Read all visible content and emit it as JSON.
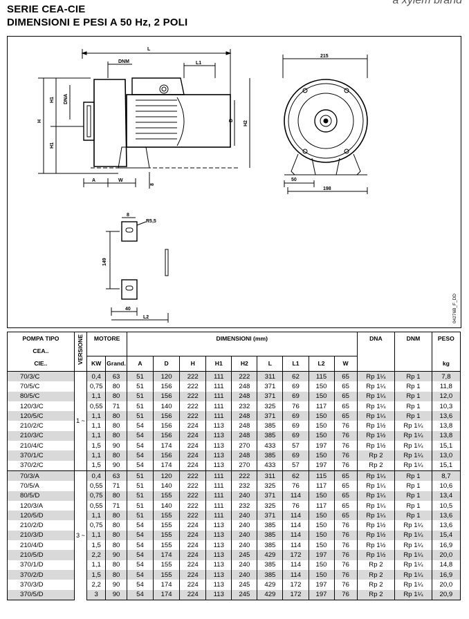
{
  "brand": "a xylem brand",
  "title": {
    "line1": "SERIE CEA-CIE",
    "line2": "DIMENSIONI E PESI A 50 Hz, 2 POLI"
  },
  "drawing": {
    "code": "04276B_F_DD",
    "labels": {
      "L": "L",
      "DNM": "DNM",
      "L1": "L1",
      "DNA": "DNA",
      "H": "H",
      "H1": "H1",
      "H2": "H2",
      "D": "D",
      "A": "A",
      "W": "W",
      "eight": "8",
      "d215": "215",
      "d50": "50",
      "d198": "198",
      "r55": "R5,5",
      "d8": "8",
      "d149": "149",
      "d40": "40",
      "L2": "L2"
    }
  },
  "table": {
    "headers": {
      "pump": "POMPA TIPO",
      "cea": "CEA..",
      "cie": "CIE..",
      "versione": "VERSIONE",
      "motore": "MOTORE",
      "dimensioni": "DIMENSIONI (mm)",
      "dna": "DNA",
      "dnm": "DNM",
      "peso": "PESO",
      "kw": "KW",
      "grand": "Grand.",
      "a": "A",
      "d": "D",
      "h": "H",
      "h1": "H1",
      "h2": "H2",
      "l": "L",
      "l1": "L1",
      "l2": "L2",
      "w": "W",
      "kg": "kg"
    },
    "groups": [
      {
        "version": "1 ~",
        "rows": [
          [
            "70/3/C",
            "0,4",
            "63",
            "51",
            "120",
            "222",
            "111",
            "222",
            "311",
            "62",
            "115",
            "65",
            "Rp 1¼",
            "Rp 1",
            "7,8"
          ],
          [
            "70/5/C",
            "0,75",
            "80",
            "51",
            "156",
            "222",
            "111",
            "248",
            "371",
            "69",
            "150",
            "65",
            "Rp 1¼",
            "Rp 1",
            "11,8"
          ],
          [
            "80/5/C",
            "1,1",
            "80",
            "51",
            "156",
            "222",
            "111",
            "248",
            "371",
            "69",
            "150",
            "65",
            "Rp 1¼",
            "Rp 1",
            "12,0"
          ],
          [
            "120/3/C",
            "0,55",
            "71",
            "51",
            "140",
            "222",
            "111",
            "232",
            "325",
            "76",
            "117",
            "65",
            "Rp 1¼",
            "Rp 1",
            "10,3"
          ],
          [
            "120/5/C",
            "1,1",
            "80",
            "51",
            "156",
            "222",
            "111",
            "248",
            "371",
            "69",
            "150",
            "65",
            "Rp 1¼",
            "Rp 1",
            "13,6"
          ],
          [
            "210/2/C",
            "1,1",
            "80",
            "54",
            "156",
            "224",
            "113",
            "248",
            "385",
            "69",
            "150",
            "76",
            "Rp 1½",
            "Rp 1¼",
            "13,8"
          ],
          [
            "210/3/C",
            "1,1",
            "80",
            "54",
            "156",
            "224",
            "113",
            "248",
            "385",
            "69",
            "150",
            "76",
            "Rp 1½",
            "Rp 1¼",
            "13,8"
          ],
          [
            "210/4/C",
            "1,5",
            "90",
            "54",
            "174",
            "224",
            "113",
            "270",
            "433",
            "57",
            "197",
            "76",
            "Rp 1½",
            "Rp 1¼",
            "15,1"
          ],
          [
            "370/1/C",
            "1,1",
            "80",
            "54",
            "156",
            "224",
            "113",
            "248",
            "385",
            "69",
            "150",
            "76",
            "Rp 2",
            "Rp 1¼",
            "13,0"
          ],
          [
            "370/2/C",
            "1,5",
            "90",
            "54",
            "174",
            "224",
            "113",
            "270",
            "433",
            "57",
            "197",
            "76",
            "Rp 2",
            "Rp 1¼",
            "15,1"
          ]
        ]
      },
      {
        "version": "3 ~",
        "rows": [
          [
            "70/3/A",
            "0,4",
            "63",
            "51",
            "120",
            "222",
            "111",
            "222",
            "311",
            "62",
            "115",
            "65",
            "Rp 1¼",
            "Rp 1",
            "8,7"
          ],
          [
            "70/5/A",
            "0,55",
            "71",
            "51",
            "140",
            "222",
            "111",
            "232",
            "325",
            "76",
            "117",
            "65",
            "Rp 1¼",
            "Rp 1",
            "10,6"
          ],
          [
            "80/5/D",
            "0,75",
            "80",
            "51",
            "155",
            "222",
            "111",
            "240",
            "371",
            "114",
            "150",
            "65",
            "Rp 1¼",
            "Rp 1",
            "13,4"
          ],
          [
            "120/3/A",
            "0,55",
            "71",
            "51",
            "140",
            "222",
            "111",
            "232",
            "325",
            "76",
            "117",
            "65",
            "Rp 1¼",
            "Rp 1",
            "10,5"
          ],
          [
            "120/5/D",
            "1,1",
            "80",
            "51",
            "155",
            "222",
            "111",
            "240",
            "371",
            "114",
            "150",
            "65",
            "Rp 1¼",
            "Rp 1",
            "13,6"
          ],
          [
            "210/2/D",
            "0,75",
            "80",
            "54",
            "155",
            "224",
            "113",
            "240",
            "385",
            "114",
            "150",
            "76",
            "Rp 1½",
            "Rp 1¼",
            "13,6"
          ],
          [
            "210/3/D",
            "1,1",
            "80",
            "54",
            "155",
            "224",
            "113",
            "240",
            "385",
            "114",
            "150",
            "76",
            "Rp 1½",
            "Rp 1¼",
            "15,4"
          ],
          [
            "210/4/D",
            "1,5",
            "80",
            "54",
            "155",
            "224",
            "113",
            "240",
            "385",
            "114",
            "150",
            "76",
            "Rp 1½",
            "Rp 1¼",
            "16,9"
          ],
          [
            "210/5/D",
            "2,2",
            "90",
            "54",
            "174",
            "224",
            "113",
            "245",
            "429",
            "172",
            "197",
            "76",
            "Rp 1½",
            "Rp 1¼",
            "20,0"
          ],
          [
            "370/1/D",
            "1,1",
            "80",
            "54",
            "155",
            "224",
            "113",
            "240",
            "385",
            "114",
            "150",
            "76",
            "Rp 2",
            "Rp 1¼",
            "14,8"
          ],
          [
            "370/2/D",
            "1,5",
            "80",
            "54",
            "155",
            "224",
            "113",
            "240",
            "385",
            "114",
            "150",
            "76",
            "Rp 2",
            "Rp 1¼",
            "16,9"
          ],
          [
            "370/3/D",
            "2,2",
            "90",
            "54",
            "174",
            "224",
            "113",
            "245",
            "429",
            "172",
            "197",
            "76",
            "Rp 2",
            "Rp 1¼",
            "20,0"
          ],
          [
            "370/5/D",
            "3",
            "90",
            "54",
            "174",
            "224",
            "113",
            "245",
            "429",
            "172",
            "197",
            "76",
            "Rp 2",
            "Rp 1¼",
            "20,9"
          ]
        ]
      }
    ]
  }
}
